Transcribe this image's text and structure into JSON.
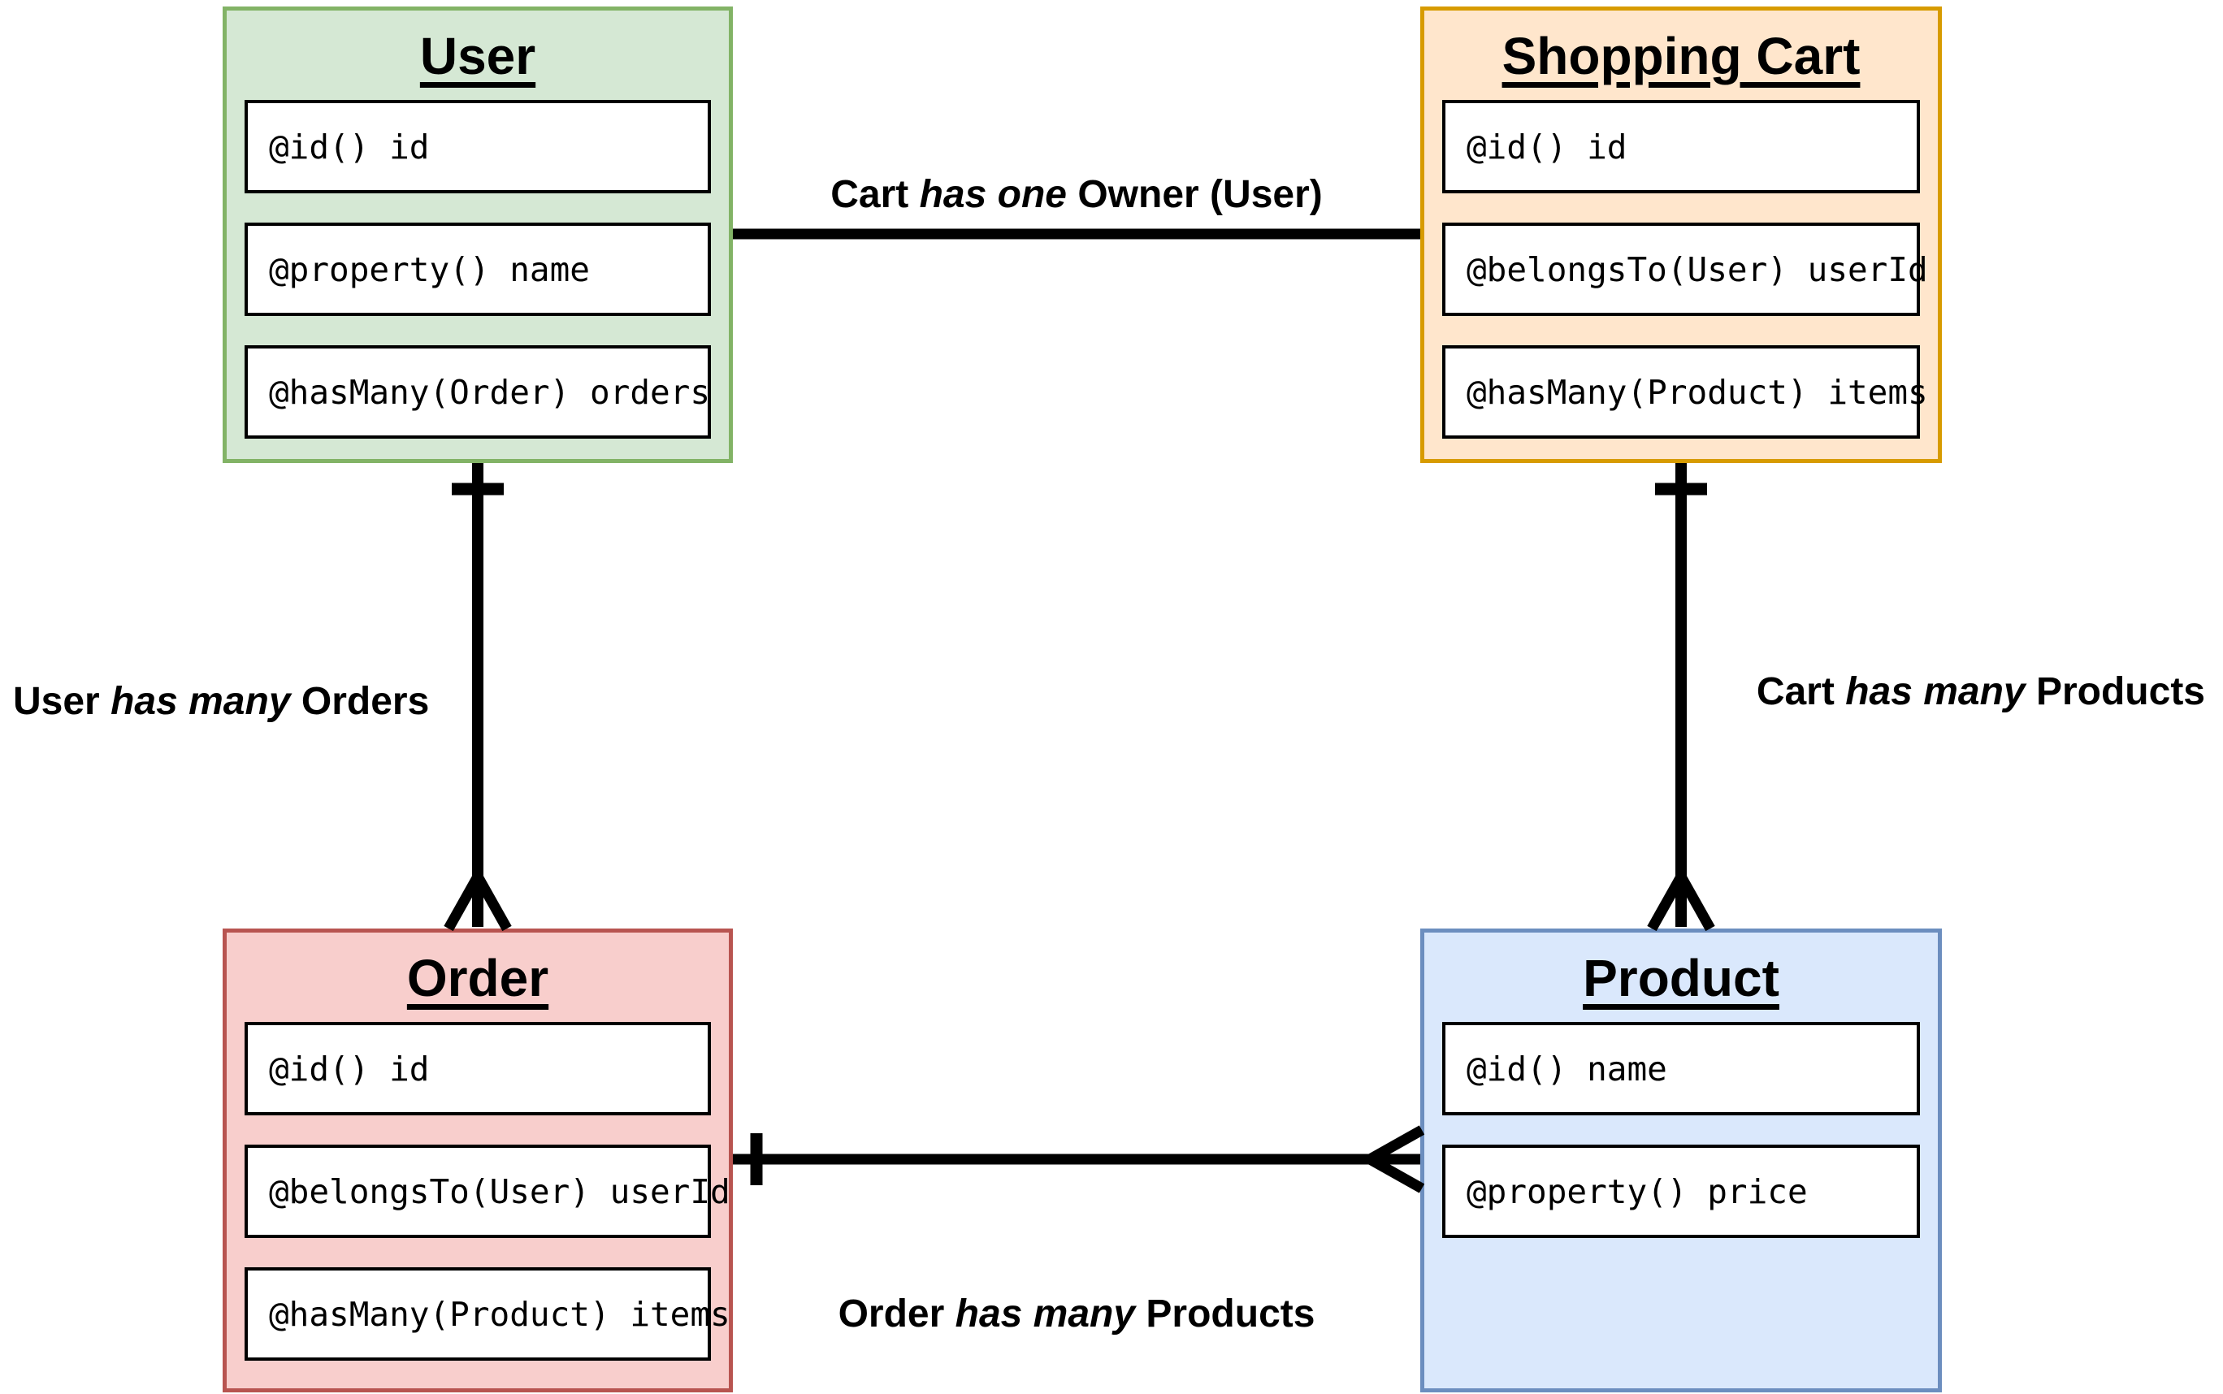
{
  "diagram": {
    "background": "#ffffff",
    "line_color": "#000000",
    "entities": [
      {
        "id": "user",
        "title": "User",
        "fill": "#d5e8d4",
        "border": "#82b366",
        "fields": [
          "@id() id",
          "@property() name",
          "@hasMany(Order) orders"
        ]
      },
      {
        "id": "shopping-cart",
        "title": "Shopping Cart",
        "fill": "#ffe6cc",
        "border": "#d79b00",
        "fields": [
          "@id() id",
          "@belongsTo(User) userId",
          "@hasMany(Product) items"
        ]
      },
      {
        "id": "order",
        "title": "Order",
        "fill": "#f8cecc",
        "border": "#b85450",
        "fields": [
          "@id() id",
          "@belongsTo(User) userId",
          "@hasMany(Product) items"
        ]
      },
      {
        "id": "product",
        "title": "Product",
        "fill": "#dae8fc",
        "border": "#6c8ebf",
        "fields": [
          "@id() name",
          "@property() price"
        ]
      }
    ],
    "relationships": [
      {
        "id": "cart-owner",
        "from": "Shopping Cart",
        "to": "User",
        "pre": "Cart",
        "verb": "has one",
        "post": "Owner (User)",
        "from_marker": "none",
        "to_marker": "none"
      },
      {
        "id": "user-orders",
        "from": "User",
        "to": "Order",
        "pre": "User",
        "verb": "has many",
        "post": "Orders",
        "from_marker": "one",
        "to_marker": "many"
      },
      {
        "id": "cart-products",
        "from": "Shopping Cart",
        "to": "Product",
        "pre": "Cart",
        "verb": "has many",
        "post": "Products",
        "from_marker": "one",
        "to_marker": "many"
      },
      {
        "id": "order-products",
        "from": "Order",
        "to": "Product",
        "pre": "Order",
        "verb": "has many",
        "post": "Products",
        "from_marker": "one",
        "to_marker": "many"
      }
    ]
  }
}
